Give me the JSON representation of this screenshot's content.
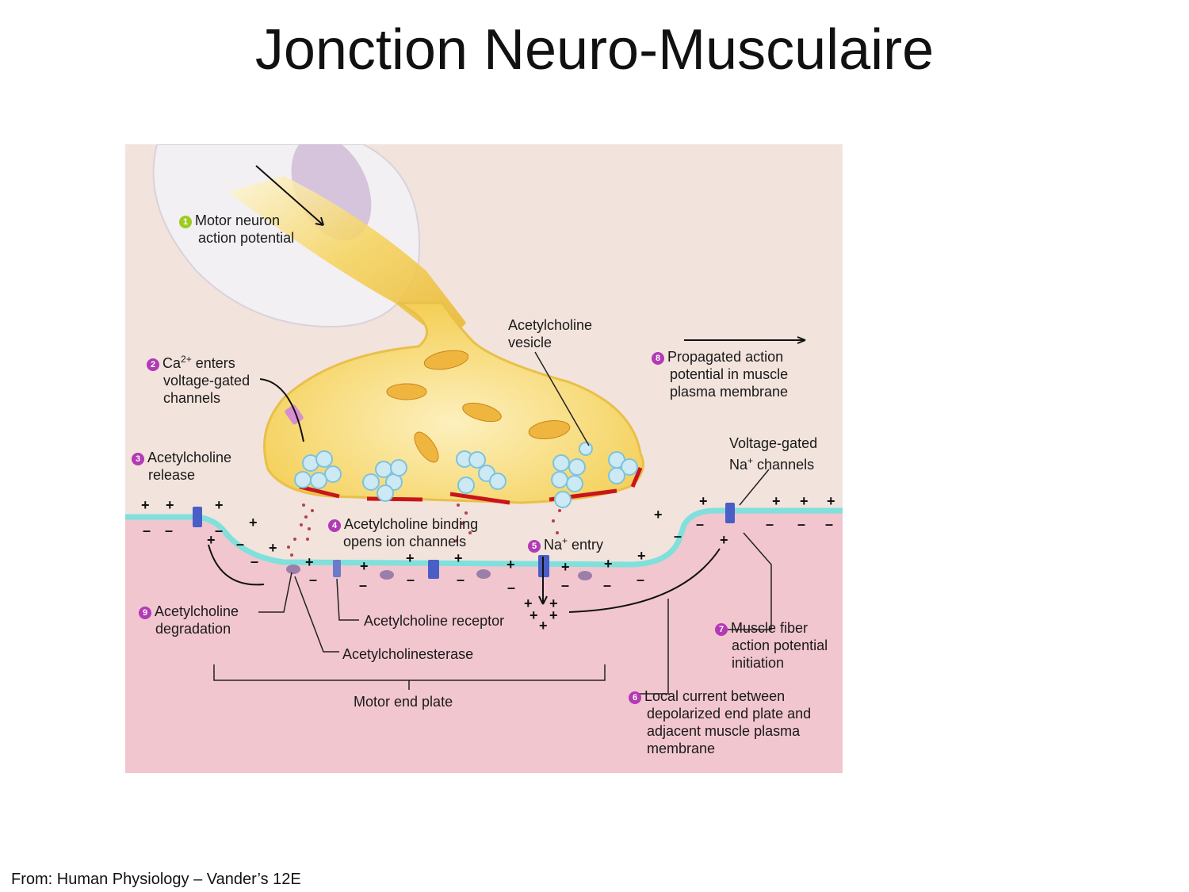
{
  "title": "Jonction Neuro-Musculaire",
  "source": "From: Human Physiology – Vander’s 12E",
  "colors": {
    "background_upper": "#f2e3dc",
    "muscle": "#f1c6cf",
    "membrane": "#7fe0dc",
    "terminal": "#fbe7a0",
    "active_zone": "#c8151c",
    "step_1": "#9ccc1f",
    "step_other": "#b23ab5"
  },
  "labels": {
    "step1": {
      "num": "1",
      "line1": "Motor neuron",
      "line2": "action potential"
    },
    "step2": {
      "num": "2",
      "line1_pre": "Ca",
      "line1_sup": "2+",
      "line1_post": " enters",
      "line2": "voltage-gated",
      "line3": "channels"
    },
    "step3": {
      "num": "3",
      "line1": "Acetylcholine",
      "line2": "release"
    },
    "step4": {
      "num": "4",
      "line1": "Acetylcholine binding",
      "line2": "opens ion channels"
    },
    "step5": {
      "num": "5",
      "pre": "Na",
      "sup": "+",
      "post": " entry"
    },
    "step6": {
      "num": "6",
      "line1": "Local current between",
      "line2": "depolarized end plate and",
      "line3": "adjacent muscle plasma",
      "line4": "membrane"
    },
    "step7": {
      "num": "7",
      "line1": "Muscle fiber",
      "line2": "action potential",
      "line3": "initiation"
    },
    "step8": {
      "num": "8",
      "line1": "Propagated action",
      "line2": "potential in muscle",
      "line3": "plasma membrane"
    },
    "step9": {
      "num": "9",
      "line1": "Acetylcholine",
      "line2": "degradation"
    },
    "vesicle": {
      "line1": "Acetylcholine",
      "line2": "vesicle"
    },
    "na_channels": {
      "line1": "Voltage-gated",
      "line2_pre": "Na",
      "line2_sup": "+",
      "line2_post": " channels"
    },
    "receptor": "Acetylcholine receptor",
    "esterase": "Acetylcholinesterase",
    "end_plate": "Motor end plate"
  },
  "charges": {
    "plus": "+",
    "minus": "–"
  }
}
